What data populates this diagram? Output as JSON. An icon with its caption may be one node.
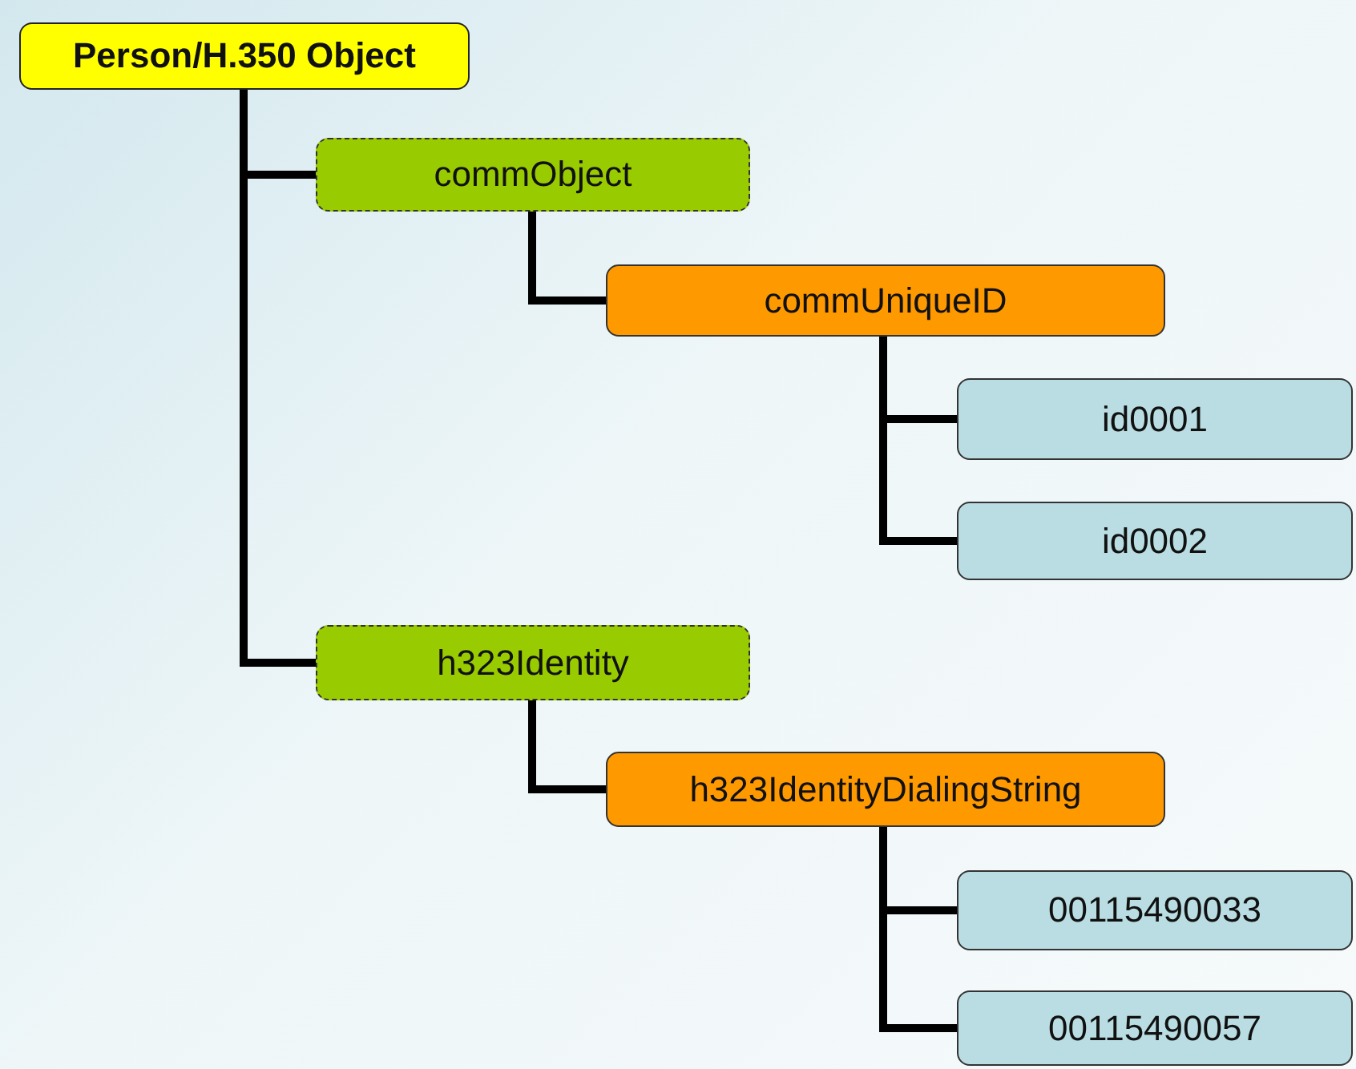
{
  "diagram": {
    "nodes": [
      {
        "text": [
          "Person/H.350 Object"
        ]
      },
      {
        "text": [
          "commObject"
        ]
      },
      {
        "text": [
          "commUniqueID"
        ]
      },
      {
        "text": [
          "id0001"
        ]
      },
      {
        "text": [
          "id0002"
        ]
      },
      {
        "text": [
          "h323Identity"
        ]
      },
      {
        "text": [
          "h323IdentityDialingString"
        ]
      },
      {
        "text": [
          "00115490033"
        ]
      },
      {
        "text": [
          "00115490057"
        ]
      }
    ],
    "edges": [
      {
        "from": 0,
        "to": 1,
        "arrow": "none"
      },
      {
        "from": 1,
        "to": 2,
        "arrow": "none"
      },
      {
        "from": 2,
        "to": 3,
        "arrow": "none"
      },
      {
        "from": 2,
        "to": 4,
        "arrow": "none"
      },
      {
        "from": 0,
        "to": 5,
        "arrow": "none"
      },
      {
        "from": 5,
        "to": 6,
        "arrow": "none"
      },
      {
        "from": 6,
        "to": 7,
        "arrow": "none"
      },
      {
        "from": 6,
        "to": 8,
        "arrow": "none"
      }
    ]
  }
}
